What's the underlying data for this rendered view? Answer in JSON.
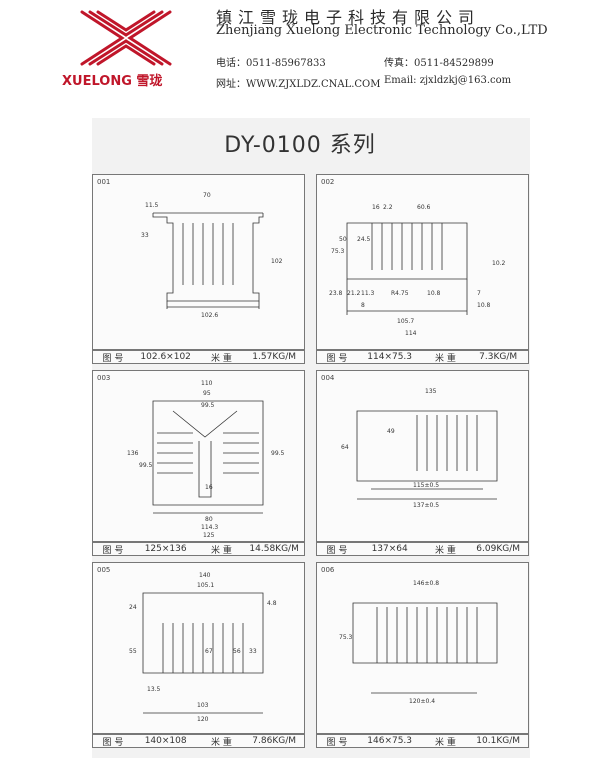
{
  "header": {
    "company_cn": "镇江雪珑电子科技有限公司",
    "company_en": "Zhenjiang Xuelong Electronic Technology Co.,LTD",
    "phone": "电话：0511-85967833",
    "fax": "传真：0511-84529899",
    "website": "网址：WWW.ZJXLDZ.CNAL.COM",
    "email": "Email: zjxldzkj@163.com",
    "logo_text": "XUELONG 雪珑",
    "logo_color": "#c0162a"
  },
  "document": {
    "title": "DY-0100 系列",
    "label_drawing_no": "图 号",
    "label_weight": "米 重",
    "profiles": [
      {
        "id": "001",
        "size": "102.6×102",
        "weight": "1.57KG/M",
        "dims": [
          "70",
          "11.5",
          "33",
          "102",
          "102.6"
        ]
      },
      {
        "id": "002",
        "size": "114×75.3",
        "weight": "7.3KG/M",
        "dims": [
          "16",
          "2.2",
          "60.6",
          "75.3",
          "50",
          "24.5",
          "23.8",
          "21.2",
          "11.3",
          "8",
          "7",
          "10.8",
          "10.8",
          "R4.75",
          "105.7",
          "114",
          "10.2"
        ]
      },
      {
        "id": "003",
        "size": "125×136",
        "weight": "14.58KG/M",
        "dims": [
          "110",
          "95",
          "99.5",
          "136",
          "99.5",
          "99.5",
          "16",
          "80",
          "114.3",
          "125"
        ]
      },
      {
        "id": "004",
        "size": "137×64",
        "weight": "6.09KG/M",
        "dims": [
          "135",
          "49",
          "64",
          "115±0.5",
          "137±0.5"
        ]
      },
      {
        "id": "005",
        "size": "140×108",
        "weight": "7.86KG/M",
        "dims": [
          "140",
          "105.1",
          "24",
          "4.8",
          "55",
          "67",
          "56",
          "33",
          "13.5",
          "103",
          "120"
        ]
      },
      {
        "id": "006",
        "size": "146×75.3",
        "weight": "10.1KG/M",
        "dims": [
          "146±0.8",
          "75.3",
          "120±0.4"
        ]
      }
    ]
  }
}
